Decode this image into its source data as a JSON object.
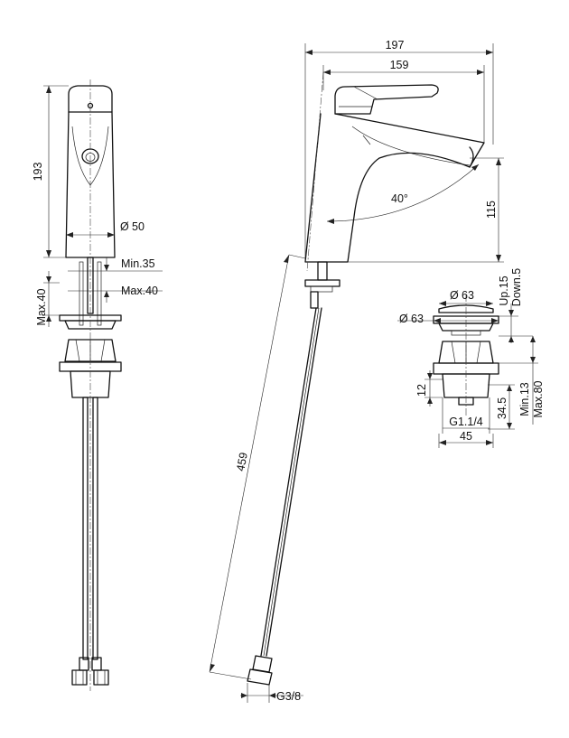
{
  "front_view": {
    "height": "193",
    "diameter": "50",
    "min_thickness": "Min.35",
    "max_thickness": "Max.40",
    "max_side": "Max.40"
  },
  "side_view": {
    "overall_reach": "197",
    "spout_reach": "159",
    "spout_height": "115",
    "lever_angle": "40°",
    "hose_length": "459",
    "hose_thread": "G3/8"
  },
  "waste_view": {
    "cap_diameter_top": "63",
    "cap_diameter": "63",
    "up": "Up.15",
    "down": "Down.5",
    "thread_len": "12",
    "body_len": "34.5",
    "min_len": "Min.13",
    "max_len": "Max.80",
    "thread": "G1.1/4",
    "body_width": "45"
  },
  "symbols": {
    "diameter": "Ø"
  }
}
